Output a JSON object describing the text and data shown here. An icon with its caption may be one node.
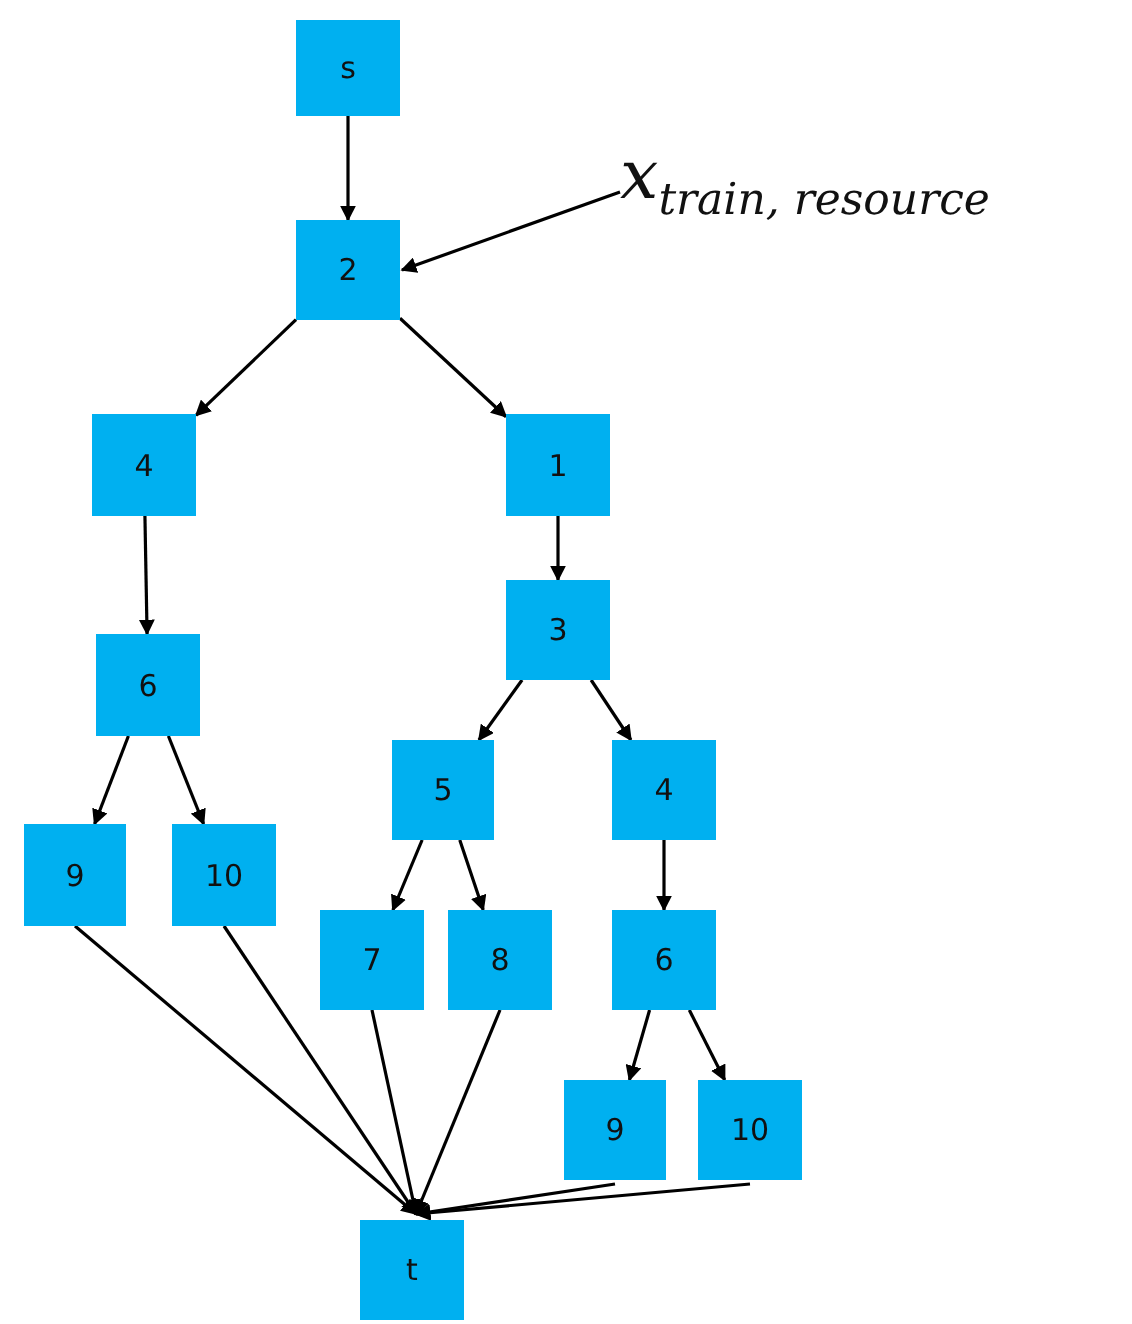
{
  "diagram": {
    "nodes": [
      {
        "text": [
          "s"
        ]
      },
      {
        "text": [
          "2"
        ]
      },
      {
        "text": [
          "4"
        ]
      },
      {
        "text": [
          "1"
        ]
      },
      {
        "text": [
          "6"
        ]
      },
      {
        "text": [
          "3"
        ]
      },
      {
        "text": [
          "9"
        ]
      },
      {
        "text": [
          "10"
        ]
      },
      {
        "text": [
          "5"
        ]
      },
      {
        "text": [
          "4"
        ]
      },
      {
        "text": [
          "7"
        ]
      },
      {
        "text": [
          "8"
        ]
      },
      {
        "text": [
          "6"
        ]
      },
      {
        "text": [
          "9"
        ]
      },
      {
        "text": [
          "10"
        ]
      },
      {
        "text": [
          "t"
        ]
      },
      {
        "text": [
          "x$_{train, resource}$"
        ]
      }
    ],
    "edges": [
      {
        "from": 0,
        "to": 1,
        "arrow": "to"
      },
      {
        "from": 16,
        "to": 1,
        "arrow": "to"
      },
      {
        "from": 1,
        "to": 2,
        "arrow": "to"
      },
      {
        "from": 1,
        "to": 3,
        "arrow": "to"
      },
      {
        "from": 2,
        "to": 4,
        "arrow": "to"
      },
      {
        "from": 3,
        "to": 5,
        "arrow": "to"
      },
      {
        "from": 4,
        "to": 6,
        "arrow": "to"
      },
      {
        "from": 4,
        "to": 7,
        "arrow": "to"
      },
      {
        "from": 5,
        "to": 8,
        "arrow": "to"
      },
      {
        "from": 5,
        "to": 9,
        "arrow": "to"
      },
      {
        "from": 8,
        "to": 10,
        "arrow": "to"
      },
      {
        "from": 8,
        "to": 11,
        "arrow": "to"
      },
      {
        "from": 9,
        "to": 12,
        "arrow": "to"
      },
      {
        "from": 12,
        "to": 13,
        "arrow": "to"
      },
      {
        "from": 12,
        "to": 14,
        "arrow": "to"
      },
      {
        "from": 6,
        "to": 15,
        "arrow": "to"
      },
      {
        "from": 7,
        "to": 15,
        "arrow": "to"
      },
      {
        "from": 10,
        "to": 15,
        "arrow": "to"
      },
      {
        "from": 11,
        "to": 15,
        "arrow": "to"
      },
      {
        "from": 13,
        "to": 15,
        "arrow": "to"
      },
      {
        "from": 14,
        "to": 15,
        "arrow": "to"
      }
    ]
  }
}
